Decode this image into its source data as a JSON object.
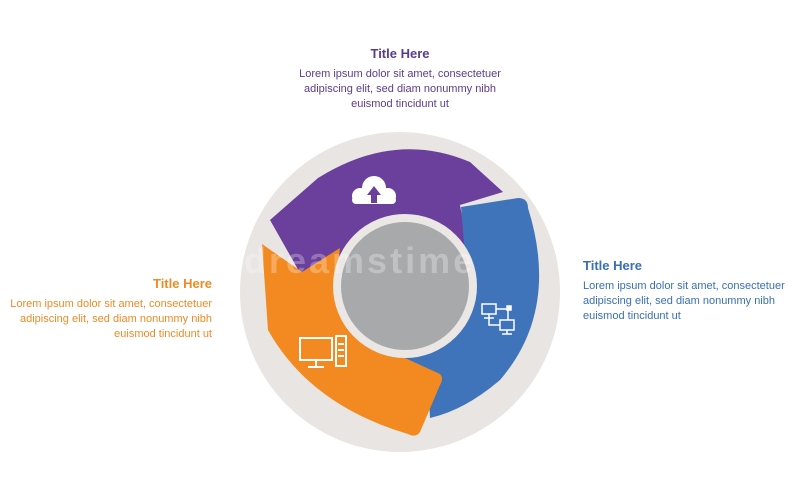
{
  "diagram": {
    "top": {
      "title": "Title Here",
      "text": "Lorem ipsum dolor sit amet, consectetuer adipiscing elit, sed diam nonummy nibh euismod tincidunt ut",
      "color": "#6a409c",
      "icon": "cloud-upload-icon"
    },
    "right": {
      "title": "Title Here",
      "text": "Lorem ipsum dolor sit amet, consectetuer adipiscing elit, sed diam nonummy nibh euismod tincidunt ut",
      "color": "#3f74bb",
      "icon": "network-computers-icon"
    },
    "left": {
      "title": "Title Here",
      "text": "Lorem ipsum dolor sit amet, consectetuer adipiscing elit, sed diam nonummy nibh euismod tincidunt ut",
      "color": "#f38a21",
      "icon": "desktop-computer-icon"
    },
    "colors": {
      "ring": "#e8e5e2",
      "center": "#a7a9ab",
      "center_border": "#eae7e4"
    },
    "watermark": "dreamstime"
  }
}
